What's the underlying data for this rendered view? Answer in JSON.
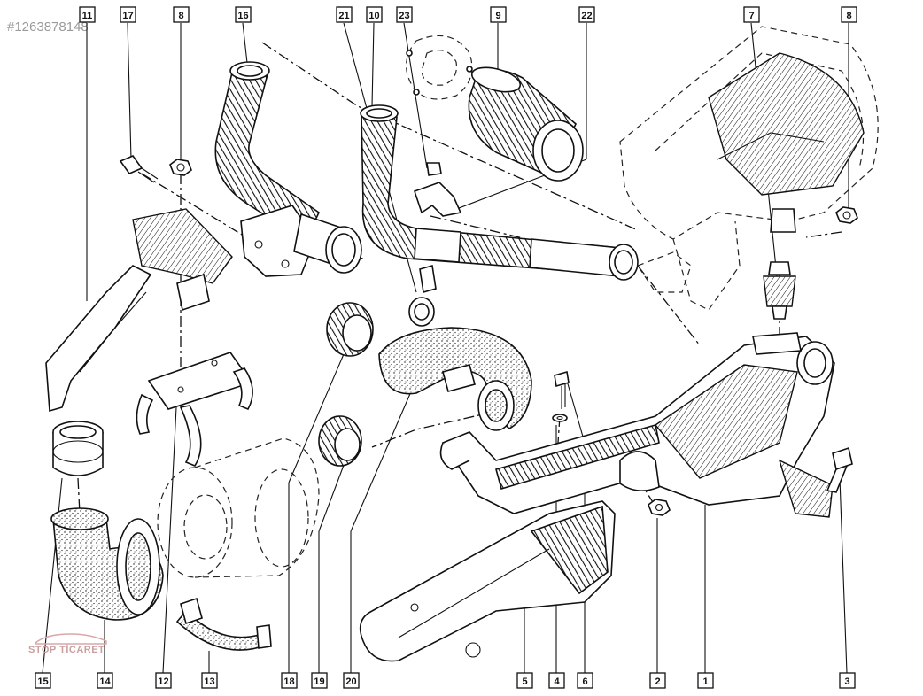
{
  "catalog_id": "#1263878148",
  "watermark": "STOP TİCARET",
  "colors": {
    "ink": "#111111",
    "watermark": "#c9a0a0",
    "id_text": "#9a9a9a"
  },
  "callouts": {
    "c11": "11",
    "c17": "17",
    "c8a": "8",
    "c16": "16",
    "c21": "21",
    "c10": "10",
    "c23": "23",
    "c9": "9",
    "c22": "22",
    "c7": "7",
    "c8b": "8",
    "c15": "15",
    "c14": "14",
    "c12": "12",
    "c13": "13",
    "c18": "18",
    "c19": "19",
    "c20": "20",
    "c5": "5",
    "c4": "4",
    "c6": "6",
    "c2": "2",
    "c1": "1",
    "c3": "3"
  }
}
